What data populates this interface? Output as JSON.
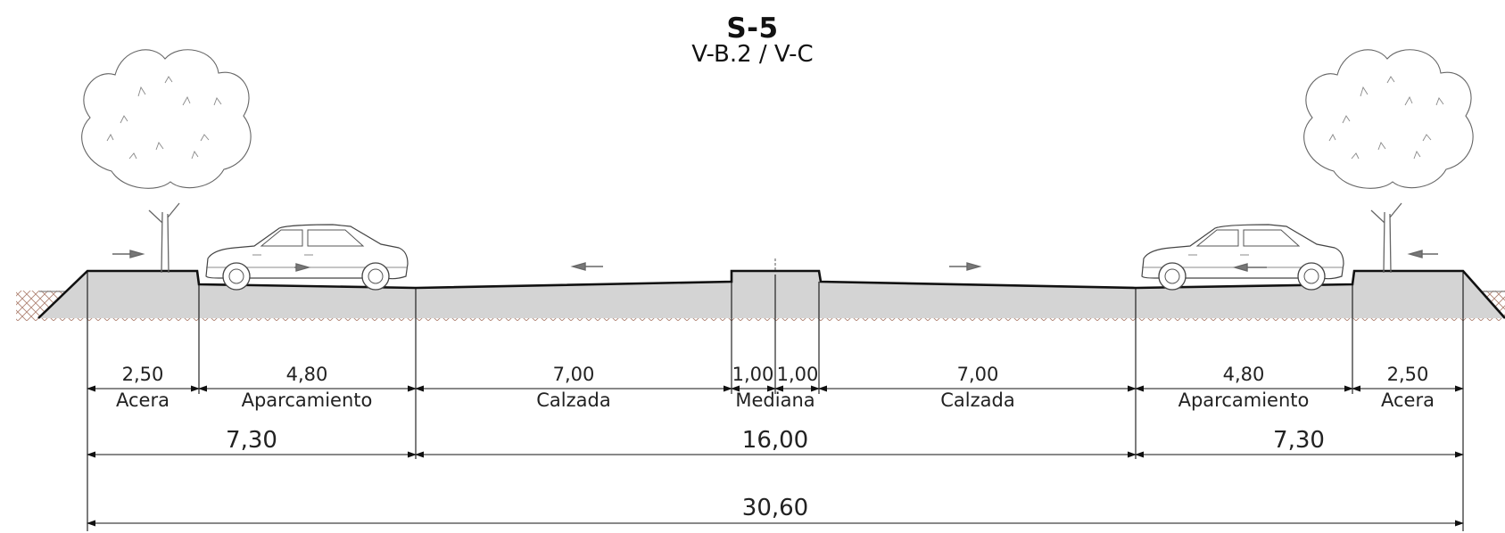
{
  "title": "S-5",
  "subtitle": "V-B.2 / V-C",
  "colors": {
    "pavement": "#d6d6d6",
    "soil_line": "#b08474",
    "line": "#111111"
  },
  "segments": [
    {
      "value": "2,50",
      "label": "Acera"
    },
    {
      "value": "4,80",
      "label": "Aparcamiento"
    },
    {
      "value": "7,00",
      "label": "Calzada"
    },
    {
      "value": "1,00",
      "label": ""
    },
    {
      "value": "1,00",
      "label": ""
    },
    {
      "value": "7,00",
      "label": "Calzada"
    },
    {
      "value": "4,80",
      "label": "Aparcamiento"
    },
    {
      "value": "2,50",
      "label": "Acera"
    }
  ],
  "median_label": "Mediana",
  "groups": [
    "7,30",
    "16,00",
    "7,30"
  ],
  "total": "30,60",
  "icons": [
    "tree-icon",
    "car-icon",
    "direction-arrow-icon"
  ]
}
